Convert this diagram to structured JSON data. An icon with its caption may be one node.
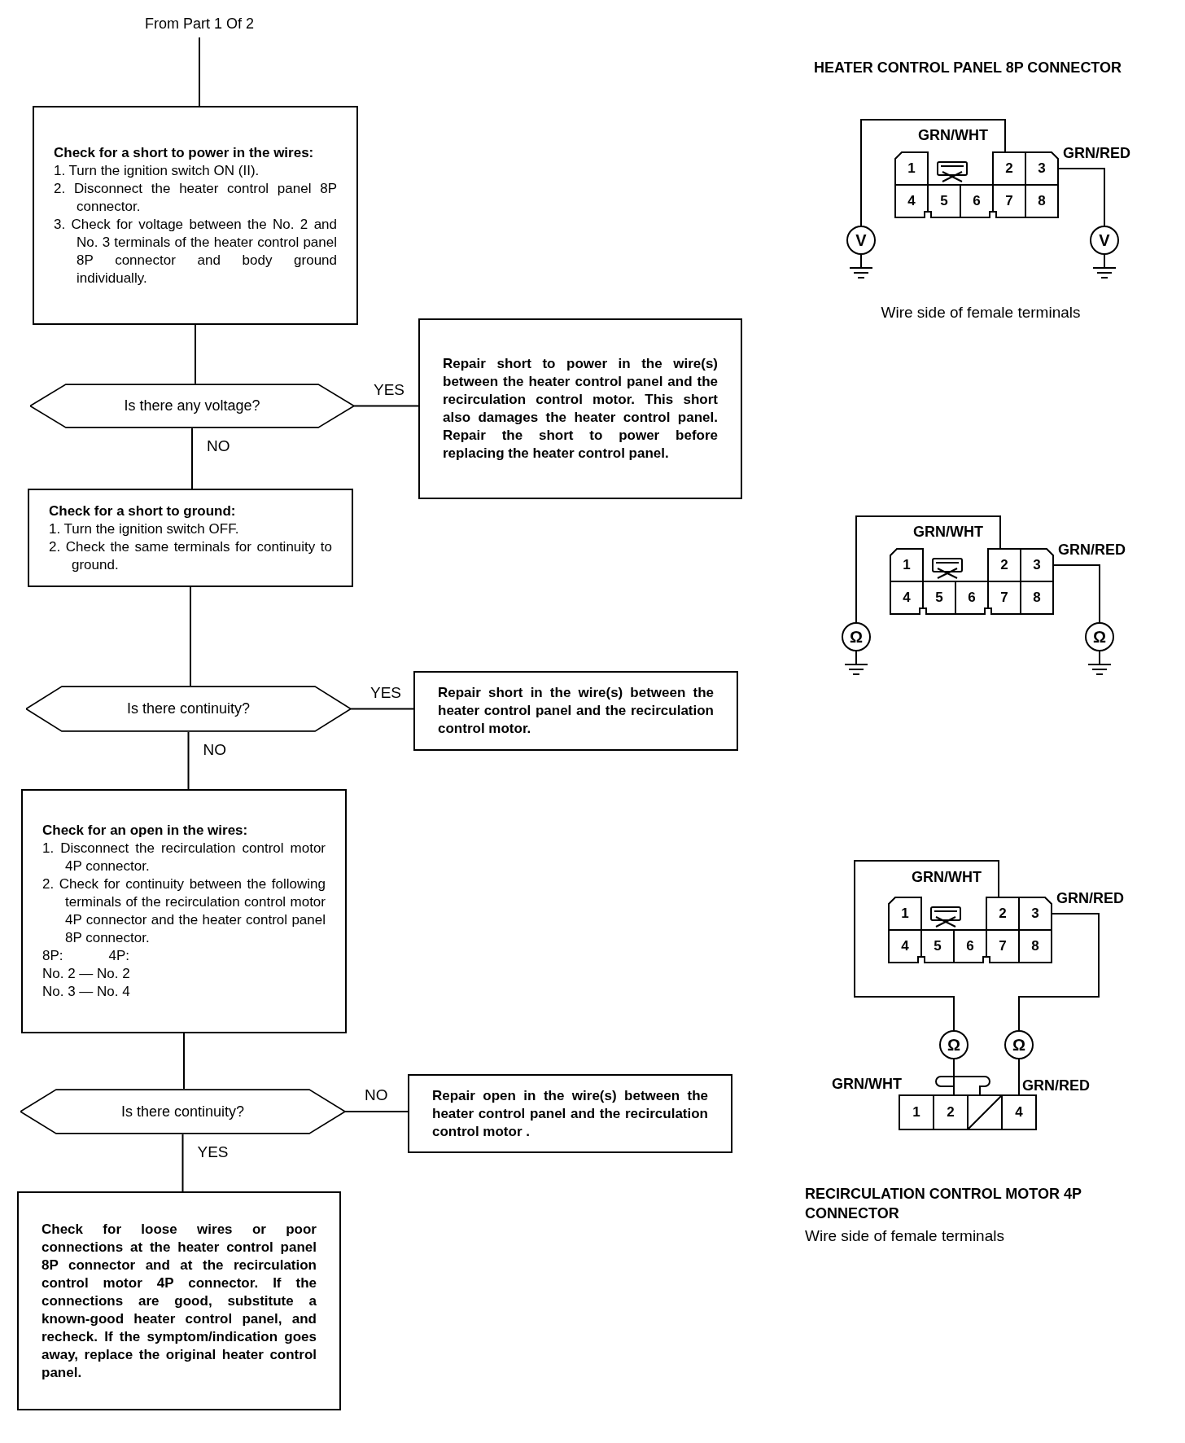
{
  "diagram": {
    "nodes": [
      {
        "text": [
          "From Part 1 Of 2"
        ]
      },
      {
        "text": [
          "Check for a short to power in the wires:",
          "1. Turn the ignition switch ON (II).",
          "2. Disconnect the heater control panel 8P connector.",
          "3. Check for voltage between the No. 2 and No. 3 terminals of the heater control panel 8P connector and body ground individually."
        ]
      },
      {
        "text": [
          "Is there any voltage?"
        ]
      },
      {
        "text": [
          "Repair short to power in the wire(s) between the heater control panel and the recirculation control motor. This short also damages the heater control panel. Repair the short to power before replacing the heater control panel."
        ]
      },
      {
        "text": [
          "Check for a short to ground:",
          "1. Turn the ignition switch OFF.",
          "2. Check the same terminals for continuity to ground."
        ]
      },
      {
        "text": [
          "Is there continuity?"
        ]
      },
      {
        "text": [
          "Repair short in the wire(s) between the heater control panel and the recirculation control motor."
        ]
      },
      {
        "text": [
          "Check for an open in the wires:",
          "1. Disconnect the recirculation control motor 4P connector.",
          "2. Check for continuity between the following terminals of the recirculation control motor 4P connector and the heater control panel 8P connector.",
          "8P:",
          "4P:",
          "No. 2 — No. 2",
          "No. 3 — No. 4"
        ]
      },
      {
        "text": [
          "Is there continuity?"
        ]
      },
      {
        "text": [
          "Repair open in the wire(s) between the heater control panel and the recirculation control motor ."
        ]
      },
      {
        "text": [
          "Check for loose wires or poor connections at the heater control panel 8P connector and at the recirculation control motor 4P connector. If the connections are good, substitute a known-good heater control panel, and recheck. If the symptom/indication goes away, replace the original heater control panel."
        ]
      }
    ],
    "edges": [
      {
        "from": 0,
        "to": 1,
        "arrow": "none"
      },
      {
        "from": 1,
        "to": 2,
        "arrow": "none"
      },
      {
        "from": 2,
        "to": 3,
        "arrow": "none",
        "label": "YES"
      },
      {
        "from": 2,
        "to": 4,
        "arrow": "none",
        "label": "NO"
      },
      {
        "from": 4,
        "to": 5,
        "arrow": "none"
      },
      {
        "from": 5,
        "to": 6,
        "arrow": "none",
        "label": "YES"
      },
      {
        "from": 5,
        "to": 7,
        "arrow": "none",
        "label": "NO"
      },
      {
        "from": 7,
        "to": 8,
        "arrow": "none"
      },
      {
        "from": 8,
        "to": 9,
        "arrow": "none",
        "label": "NO"
      },
      {
        "from": 8,
        "to": 10,
        "arrow": "none",
        "label": "YES"
      }
    ],
    "labels": [
      "HEATER CONTROL PANEL 8P CONNECTOR",
      "GRN/WHT",
      "GRN/RED",
      "1",
      "2",
      "3",
      "4",
      "5",
      "6",
      "7",
      "8",
      "V",
      "V",
      "Wire side of female terminals",
      "GRN/WHT",
      "GRN/RED",
      "1",
      "2",
      "3",
      "4",
      "5",
      "6",
      "7",
      "8",
      "Ω",
      "Ω",
      "GRN/WHT",
      "GRN/RED",
      "1",
      "2",
      "3",
      "4",
      "5",
      "6",
      "7",
      "8",
      "Ω",
      "Ω",
      "GRN/WHT",
      "GRN/RED",
      "1",
      "2",
      "4",
      "RECIRCULATION CONTROL MOTOR 4P CONNECTOR",
      "Wire side of female terminals"
    ]
  }
}
